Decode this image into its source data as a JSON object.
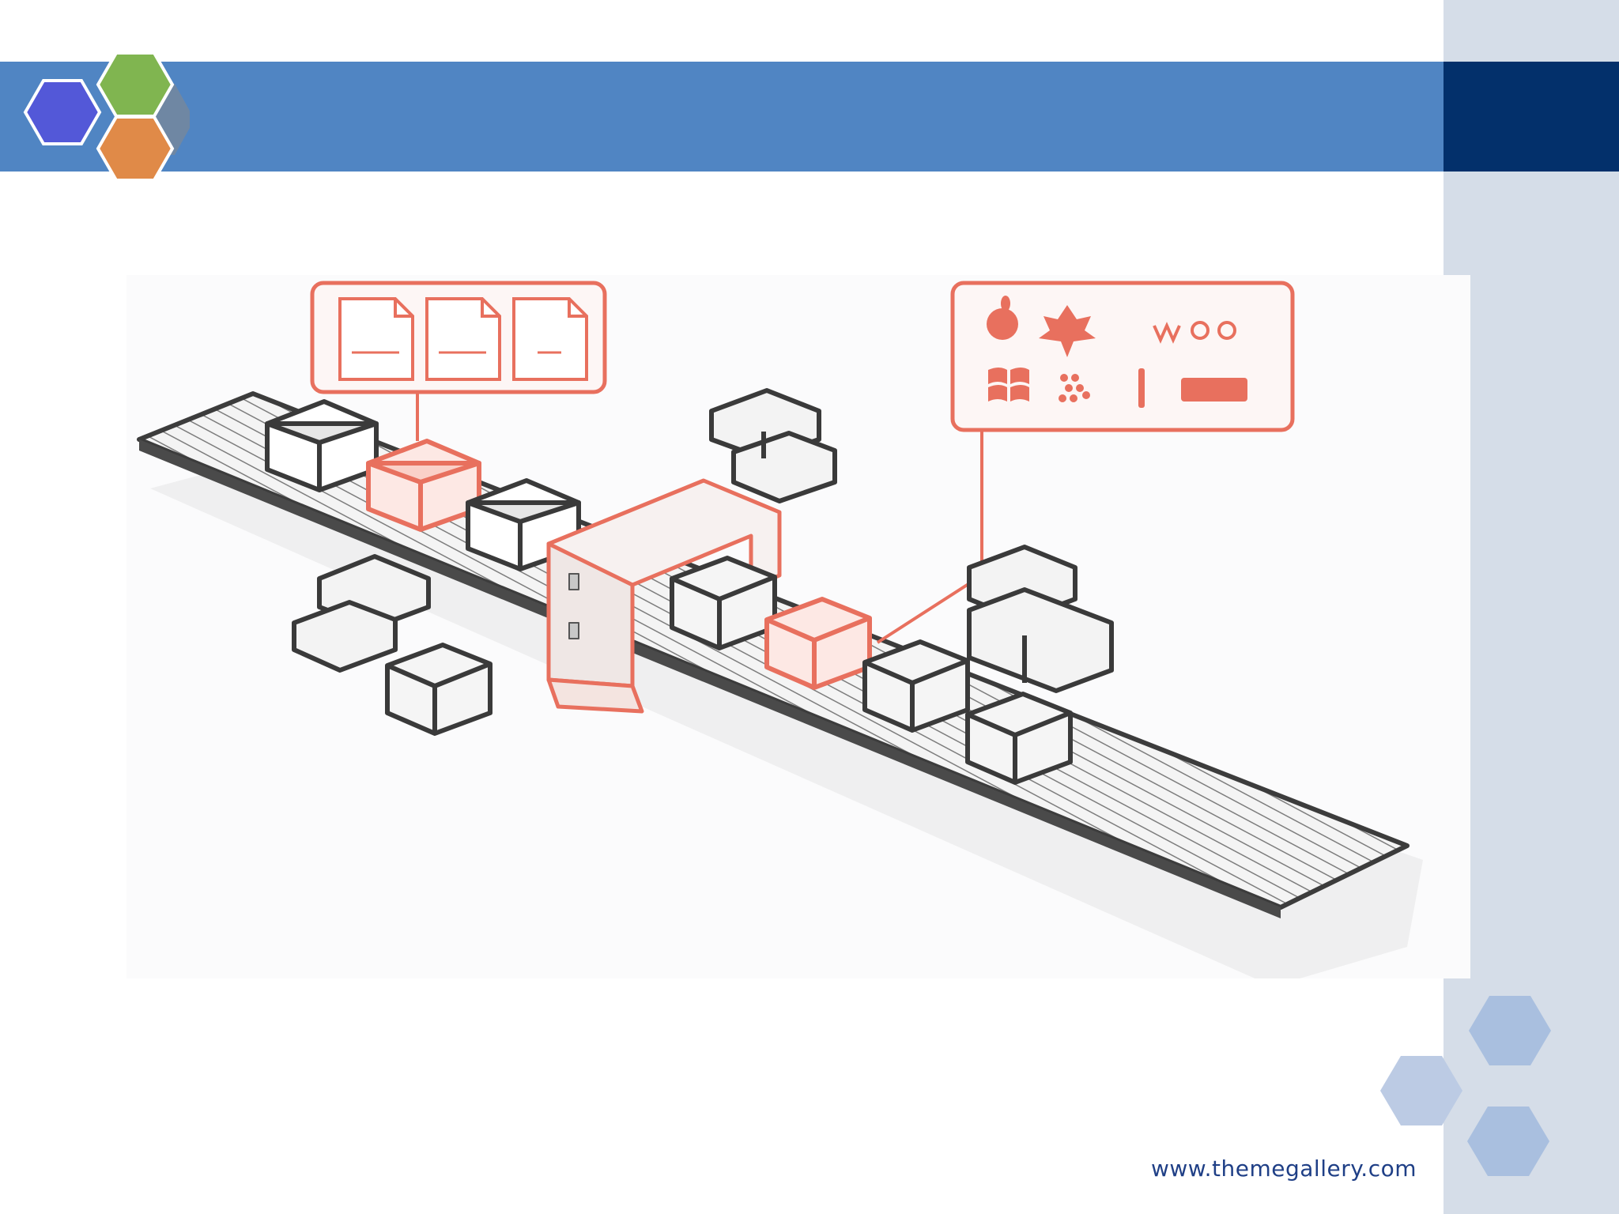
{
  "footer": {
    "url": "www.themegallery.com"
  },
  "colors": {
    "header_band": "#5085c3",
    "header_dark": "#03306b",
    "right_panel": "#d5dde8",
    "hex_blue": "#5358d8",
    "hex_green": "#80b550",
    "hex_orange": "#e08a48",
    "deco_hex": "#a9bfdf",
    "accent_red": "#e8705e",
    "url_text": "#1f3f86"
  },
  "icons": {
    "logo": "hexagon-cluster-logo",
    "platforms": [
      "apple-icon",
      "maple-leaf-icon",
      "webos-logo",
      "windows-icon",
      "blackberry-icon",
      "android-icon",
      "bada-logo"
    ],
    "files": [
      "file-icon",
      "file-icon",
      "file-icon"
    ]
  }
}
